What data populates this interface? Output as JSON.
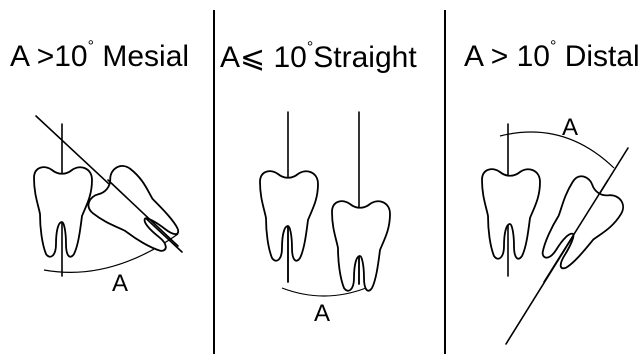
{
  "panels": [
    {
      "symbol": "A",
      "relation": ">",
      "value": "10",
      "degree": "°",
      "word": "Mesial",
      "angle_label": "A"
    },
    {
      "symbol": "A",
      "relation": "⩽",
      "value": "10",
      "degree": "°",
      "word": "Straight",
      "angle_label": "A"
    },
    {
      "symbol": "A",
      "relation": ">",
      "value": "10",
      "degree": "°",
      "word": "Distal",
      "angle_label": "A"
    }
  ]
}
